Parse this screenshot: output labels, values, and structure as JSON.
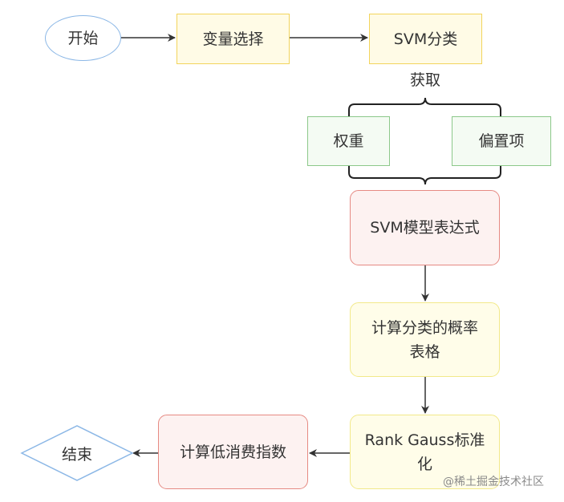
{
  "nodes": {
    "start": "开始",
    "variable_select": "变量选择",
    "svm_classify": "SVM分类",
    "obtain": "获取",
    "weight": "权重",
    "bias": "偏置项",
    "svm_expression": "SVM模型表达式",
    "calc_prob_line1": "计算分类的概率",
    "calc_prob_line2": "表格",
    "rank_gauss_line1": "Rank Gauss标准",
    "rank_gauss_line2": "化",
    "calc_index": "计算低消费指数",
    "end": "结束"
  },
  "watermark": "@稀土掘金技术社区",
  "colors": {
    "yellow_fill": "#fffbe6",
    "yellow_border": "#f2d45c",
    "green_fill": "#f4fbf3",
    "green_border": "#8cc88a",
    "red_fill": "#fdf2f1",
    "red_border": "#e68a83",
    "blue_border": "#8bb7e6",
    "arrow": "#333333"
  }
}
